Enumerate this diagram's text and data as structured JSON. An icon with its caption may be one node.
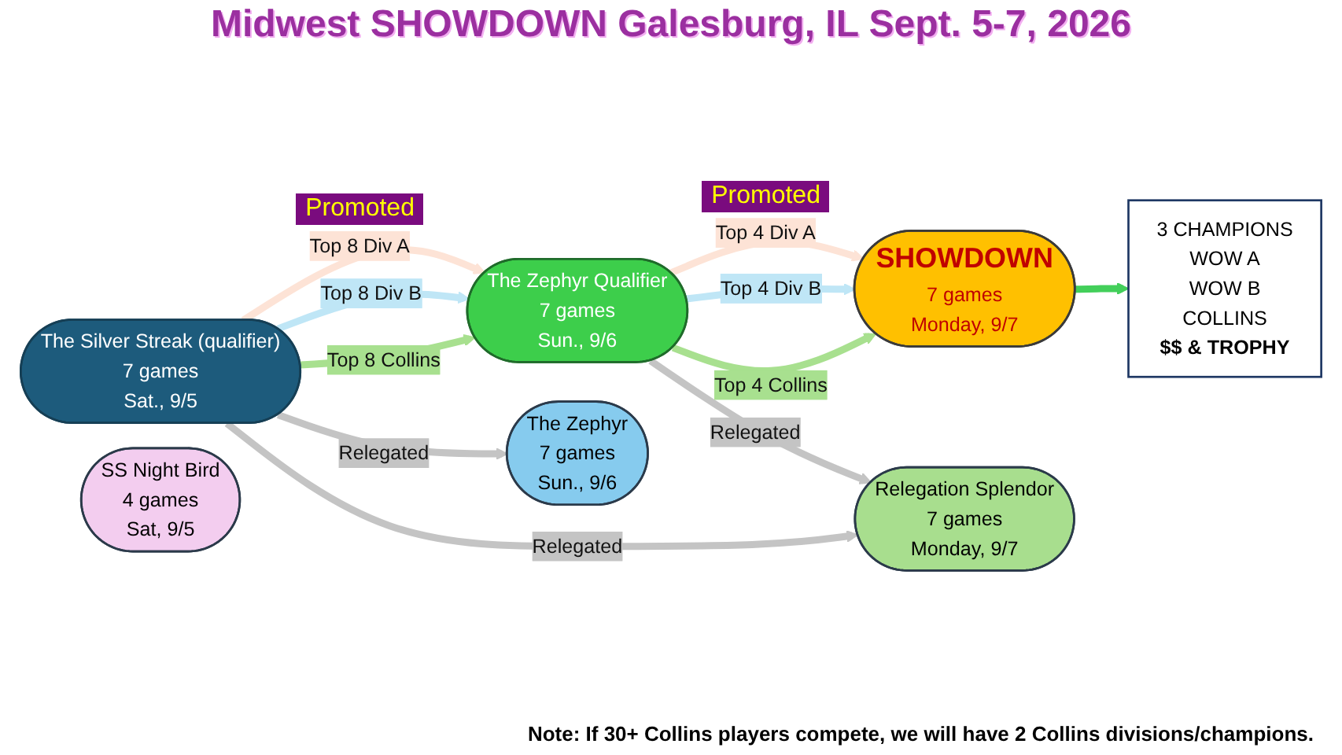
{
  "diagram": {
    "title": "Midwest SHOWDOWN Galesburg, IL Sept. 5-7, 2026",
    "nodes": [
      {
        "text": [
          "3 CHAMPIONS",
          "WOW A",
          "WOW B",
          "COLLINS",
          "$$ & TROPHY"
        ]
      },
      {
        "text": [
          "The Silver Streak (qualifier)",
          "7 games",
          "Sat., 9/5"
        ]
      },
      {
        "text": [
          "The Zephyr Qualifier",
          "7 games",
          "Sun., 9/6"
        ]
      },
      {
        "text": [
          "SHOWDOWN",
          "7 games",
          "Monday, 9/7"
        ]
      },
      {
        "text": [
          "SS Night Bird",
          "4 games",
          "Sat, 9/5"
        ]
      },
      {
        "text": [
          "The Zephyr",
          "7 games",
          "Sun., 9/6"
        ]
      },
      {
        "text": [
          "Relegation Splendor",
          "7 games",
          "Monday, 9/7"
        ]
      }
    ],
    "edges": [
      {
        "from": 1,
        "to": 2,
        "arrow": "to",
        "label": "Top 8 Div A",
        "color": "#fde3d6"
      },
      {
        "from": 1,
        "to": 2,
        "arrow": "to",
        "label": "Top 8 Div B",
        "color": "#bfe6f6"
      },
      {
        "from": 1,
        "to": 2,
        "arrow": "to",
        "label": "Top 8 Collins",
        "color": "#a8e08f"
      },
      {
        "from": 2,
        "to": 3,
        "arrow": "to",
        "label": "Top 4 Div A",
        "color": "#fde3d6"
      },
      {
        "from": 2,
        "to": 3,
        "arrow": "to",
        "label": "Top 4 Div B",
        "color": "#bfe6f6"
      },
      {
        "from": 2,
        "to": 3,
        "arrow": "to",
        "label": "Top 4 Collins",
        "color": "#a8e08f"
      },
      {
        "from": 3,
        "to": 0,
        "arrow": "to",
        "color": "#43cf5a"
      },
      {
        "from": 1,
        "to": 5,
        "arrow": "to",
        "label": "Relegated",
        "color": "#c4c4c4"
      },
      {
        "from": 1,
        "to": 6,
        "arrow": "to",
        "label": "Relegated",
        "color": "#c4c4c4"
      },
      {
        "from": 2,
        "to": 6,
        "arrow": "to",
        "label": "Relegated",
        "color": "#c4c4c4"
      }
    ],
    "labels": [
      "Promoted",
      "Promoted",
      "Note: If 30+ Collins players compete, we will have 2 Collins divisions/champions."
    ]
  }
}
